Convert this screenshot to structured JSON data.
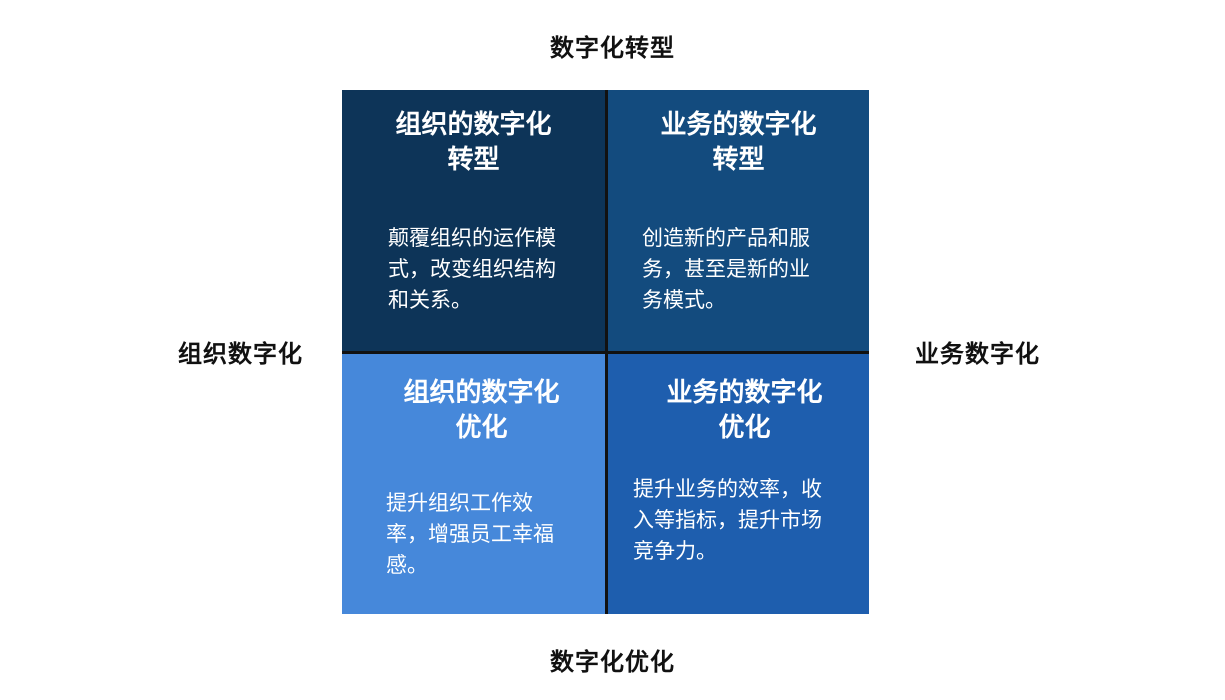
{
  "axes": {
    "top": "数字化转型",
    "bottom": "数字化优化",
    "left": "组织数字化",
    "right": "业务数字化"
  },
  "quadrants": {
    "top_left": {
      "title_line1": "组织的数字化",
      "title_line2": "转型",
      "body": "颠覆组织的运作模式，改变组织结构和关系。",
      "color": "#0d3458"
    },
    "top_right": {
      "title_line1": "业务的数字化",
      "title_line2": "转型",
      "body": "创造新的产品和服务，甚至是新的业务模式。",
      "color": "#134b7e"
    },
    "bottom_left": {
      "title_line1": "组织的数字化",
      "title_line2": "优化",
      "body": "提升组织工作效率，增强员工幸福感。",
      "color": "#4688da"
    },
    "bottom_right": {
      "title_line1": "业务的数字化",
      "title_line2": "优化",
      "body": "提升业务的效率，收入等指标，提升市场竞争力。",
      "color": "#1e5eae"
    }
  },
  "divider_color": "#111111"
}
